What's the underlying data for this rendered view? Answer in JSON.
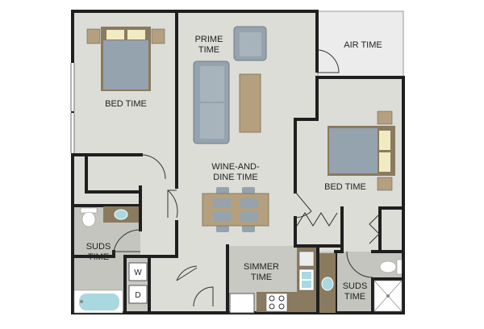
{
  "colors": {
    "floor": "#dcddd7",
    "wall": "#1f1f1f",
    "furniture": "#94a3ad",
    "wood": "#b4a07e",
    "counter": "#8a7a5f",
    "wet_floor": "#bfc0b9",
    "water": "#a9d8e0",
    "outdoor": "#ececec"
  },
  "rooms": {
    "bed1": {
      "label": "BED TIME"
    },
    "prime": {
      "line1": "PRIME",
      "line2": "TIME"
    },
    "air": {
      "label": "AIR TIME"
    },
    "bed2": {
      "label": "BED TIME"
    },
    "dine": {
      "line1": "WINE-AND-",
      "line2": "DINE TIME"
    },
    "suds1": {
      "line1": "SUDS",
      "line2": "TIME"
    },
    "simmer": {
      "line1": "SIMMER",
      "line2": "TIME"
    },
    "suds2": {
      "line1": "SUDS",
      "line2": "TIME"
    }
  },
  "appliances": {
    "washer": "W",
    "dryer": "D"
  }
}
